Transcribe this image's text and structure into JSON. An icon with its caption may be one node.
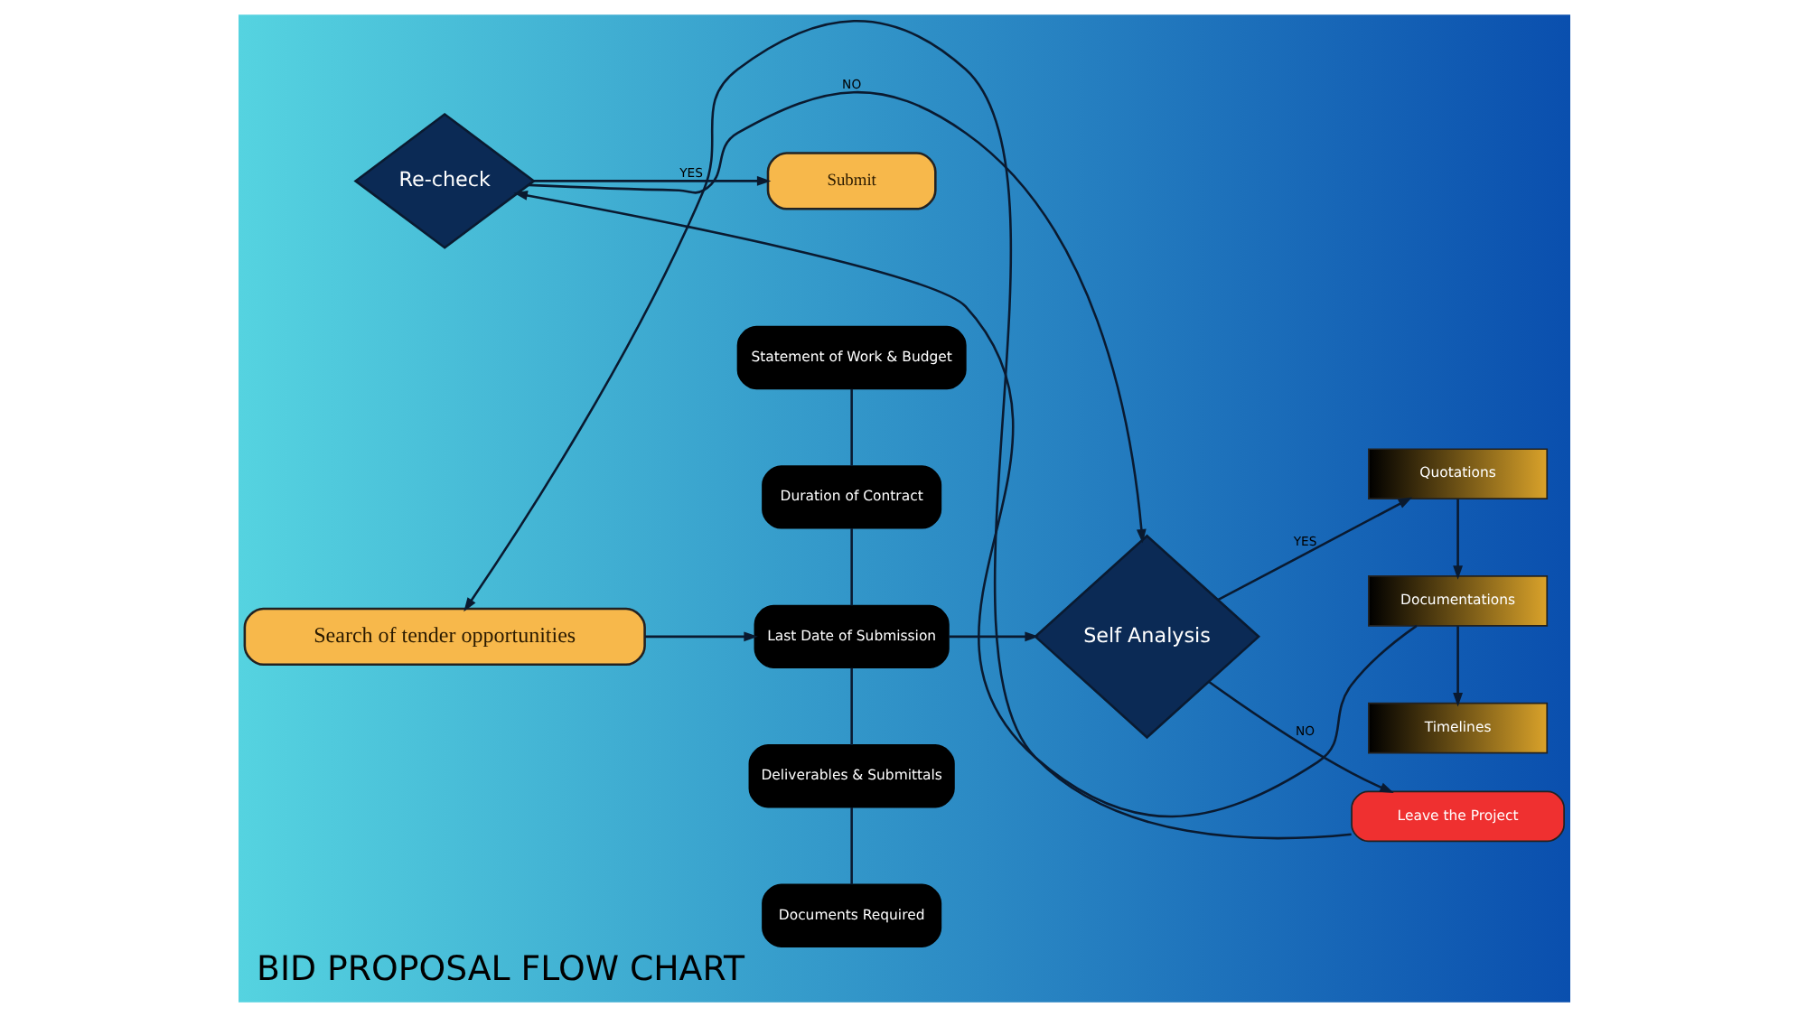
{
  "diagram": {
    "title": "BID PROPOSAL FLOW CHART",
    "nodes": [
      {
        "text": [
          "Search of tender opportunities"
        ]
      },
      {
        "text": [
          "Statement of Work & Budget"
        ]
      },
      {
        "text": [
          "Duration of Contract"
        ]
      },
      {
        "text": [
          "Last Date of Submission"
        ]
      },
      {
        "text": [
          "Deliverables & Submittals"
        ]
      },
      {
        "text": [
          "Documents Required"
        ]
      },
      {
        "text": [
          "Self Analysis"
        ]
      },
      {
        "text": [
          "Submit"
        ]
      },
      {
        "text": [
          "Re-check"
        ]
      },
      {
        "text": [
          "Quotations"
        ]
      },
      {
        "text": [
          "Documentations"
        ]
      },
      {
        "text": [
          "Timelines"
        ]
      },
      {
        "text": [
          "Leave the Project"
        ]
      }
    ],
    "edges": [
      {
        "from": 0,
        "to": 3,
        "arrow": "to"
      },
      {
        "from": 1,
        "to": 2,
        "arrow": "none"
      },
      {
        "from": 2,
        "to": 3,
        "arrow": "none"
      },
      {
        "from": 3,
        "to": 4,
        "arrow": "none"
      },
      {
        "from": 4,
        "to": 5,
        "arrow": "none"
      },
      {
        "from": 3,
        "to": 6,
        "arrow": "to"
      },
      {
        "from": 6,
        "to": 9,
        "arrow": "to",
        "label": "YES"
      },
      {
        "from": 6,
        "to": 12,
        "arrow": "to",
        "label": "NO"
      },
      {
        "from": 9,
        "to": 10,
        "arrow": "to"
      },
      {
        "from": 10,
        "to": 11,
        "arrow": "to"
      },
      {
        "from": 10,
        "to": 8,
        "arrow": "to"
      },
      {
        "from": 8,
        "to": 7,
        "arrow": "to",
        "label": "YES"
      },
      {
        "from": 8,
        "to": 6,
        "arrow": "to",
        "label": "NO"
      },
      {
        "from": 12,
        "to": 0,
        "arrow": "to"
      }
    ]
  }
}
